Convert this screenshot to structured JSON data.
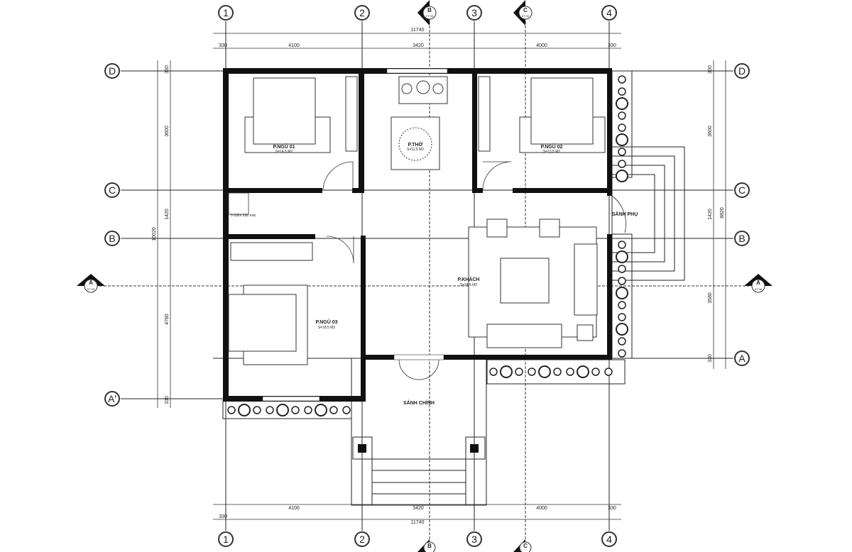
{
  "grid_columns": [
    "1",
    "2",
    "3",
    "4"
  ],
  "grid_rows": [
    "D",
    "C",
    "B",
    "A",
    "A'"
  ],
  "sections": {
    "A": {
      "label": "A",
      "sheet": "KT.05"
    },
    "B": {
      "label": "B",
      "sheet": "KT.05"
    },
    "C": {
      "label": "C",
      "sheet": "KT.05"
    }
  },
  "dimensions": {
    "top_total": "11740",
    "top_segments": [
      "330",
      "4100",
      "3420",
      "4000",
      "330"
    ],
    "bottom_total": "11740",
    "bottom_segments": [
      "330",
      "4100",
      "3420",
      "4000",
      "330"
    ],
    "left_total": "10020",
    "left_segments": [
      "330",
      "3600",
      "1420",
      "4780",
      "330"
    ],
    "right_total": "8820",
    "right_segments": [
      "330",
      "3600",
      "1420",
      "3580",
      "330"
    ]
  },
  "rooms": {
    "bedroom1": {
      "name": "P.NGỦ 01",
      "area": "S=14.5 M2"
    },
    "altar": {
      "name": "P.THỜ",
      "area": "S=11.5 M2"
    },
    "bedroom2": {
      "name": "P.NGỦ 02",
      "area": "S=13.5 M2"
    },
    "bedroom3": {
      "name": "P.NGỦ 03",
      "area": "S=18.5 M2"
    },
    "living": {
      "name": "P.KHÁCH",
      "area": "S=24.5 M2"
    },
    "main_hall": {
      "name": "SẢNH CHÍNH"
    },
    "side_hall": {
      "name": "SẢNH PHỤ"
    },
    "attic_hatch": {
      "name": "ô thăm trần mái"
    }
  }
}
